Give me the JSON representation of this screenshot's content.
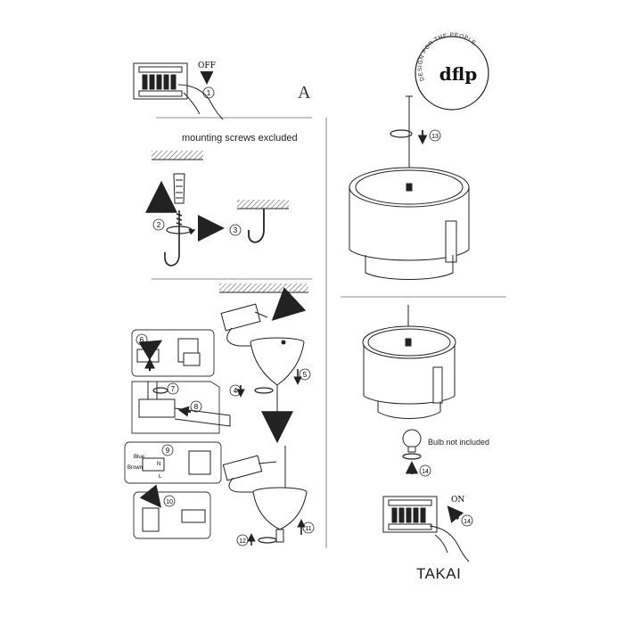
{
  "header": {
    "section_letter": "A",
    "mounting_note": "mounting screws excluded",
    "product_name": "TAKAI"
  },
  "logo": {
    "mark": "dflp",
    "tagline": "DESIGN FOR THE PEOPLE"
  },
  "switch_labels": {
    "off": "OFF",
    "on": "ON"
  },
  "wire_labels": {
    "blue": "Blue",
    "brown": "Brown",
    "neutral": "N",
    "live": "L"
  },
  "bulb_note": "Bulb not included",
  "steps": [
    "1",
    "2",
    "3",
    "4",
    "5",
    "6",
    "7",
    "8",
    "9",
    "10",
    "11",
    "12",
    "13",
    "14"
  ],
  "icons": {
    "step_marker": "circled-number-icon",
    "arrow": "arrow-icon",
    "rotate": "rotate-icon",
    "hook": "ceiling-hook-icon",
    "dowel": "wall-plug-icon",
    "switch_panel": "circuit-breaker-icon",
    "hand": "hand-icon",
    "bulb": "light-bulb-icon",
    "lamp": "pendant-lamp-icon",
    "canopy": "ceiling-canopy-icon",
    "terminal": "terminal-block-icon"
  }
}
